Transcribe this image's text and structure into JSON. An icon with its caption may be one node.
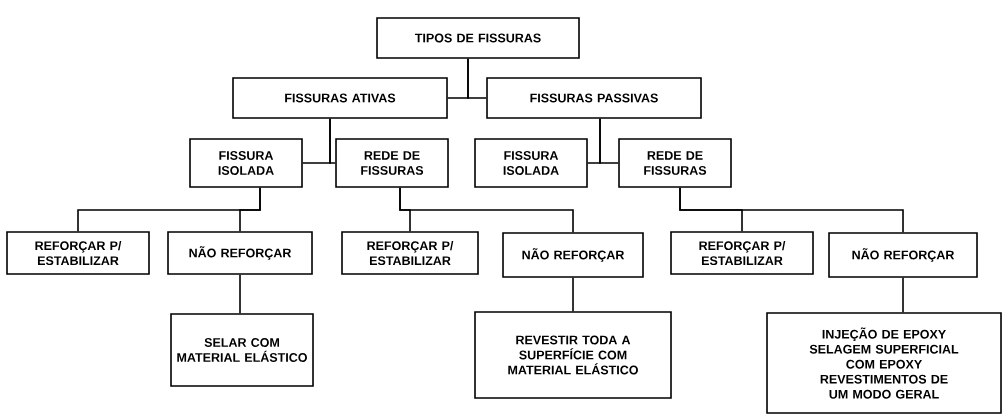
{
  "diagram": {
    "nodes": [
      {
        "text": [
          "TIPOS DE FISSURAS"
        ]
      },
      {
        "text": [
          "FISSURAS ATIVAS"
        ]
      },
      {
        "text": [
          "FISSURAS PASSIVAS"
        ]
      },
      {
        "text": [
          "FISSURA ISOLADA"
        ]
      },
      {
        "text": [
          "REDE DE FISSURAS"
        ]
      },
      {
        "text": [
          "FISSURA ISOLADA"
        ]
      },
      {
        "text": [
          "REDE DE FISSURAS"
        ]
      },
      {
        "text": [
          "REFORÇAR P/ ESTABILIZAR"
        ]
      },
      {
        "text": [
          "NÃO REFORÇAR"
        ]
      },
      {
        "text": [
          "REFORÇAR P/ ESTABILIZAR"
        ]
      },
      {
        "text": [
          "NÃO REFORÇAR"
        ]
      },
      {
        "text": [
          "REFORÇAR P/ ESTABILIZAR"
        ]
      },
      {
        "text": [
          "NÃO REFORÇAR"
        ]
      },
      {
        "text": [
          "SELAR COM MATERIAL ELÁSTICO"
        ]
      },
      {
        "text": [
          "REVESTIR TODA A SUPERFÍCIE COM MATERIAL ELÁSTICO"
        ]
      },
      {
        "text": [
          "INJEÇÃO DE EPOXY",
          "SELAGEM SUPERFICIAL COM EPOXY",
          "REVESTIMENTOS DE UM MODO GERAL"
        ]
      }
    ],
    "edges": [
      {
        "from": 0,
        "to": 1,
        "arrow": "none"
      },
      {
        "from": 0,
        "to": 2,
        "arrow": "none"
      },
      {
        "from": 1,
        "to": 3,
        "arrow": "none"
      },
      {
        "from": 1,
        "to": 4,
        "arrow": "none"
      },
      {
        "from": 2,
        "to": 5,
        "arrow": "none"
      },
      {
        "from": 2,
        "to": 6,
        "arrow": "none"
      },
      {
        "from": 3,
        "to": 7,
        "arrow": "none"
      },
      {
        "from": 3,
        "to": 8,
        "arrow": "none"
      },
      {
        "from": 4,
        "to": 9,
        "arrow": "none"
      },
      {
        "from": 4,
        "to": 10,
        "arrow": "none"
      },
      {
        "from": 6,
        "to": 11,
        "arrow": "none"
      },
      {
        "from": 6,
        "to": 12,
        "arrow": "none"
      },
      {
        "from": 8,
        "to": 13,
        "arrow": "none"
      },
      {
        "from": 10,
        "to": 14,
        "arrow": "none"
      },
      {
        "from": 12,
        "to": 15,
        "arrow": "none"
      }
    ]
  }
}
